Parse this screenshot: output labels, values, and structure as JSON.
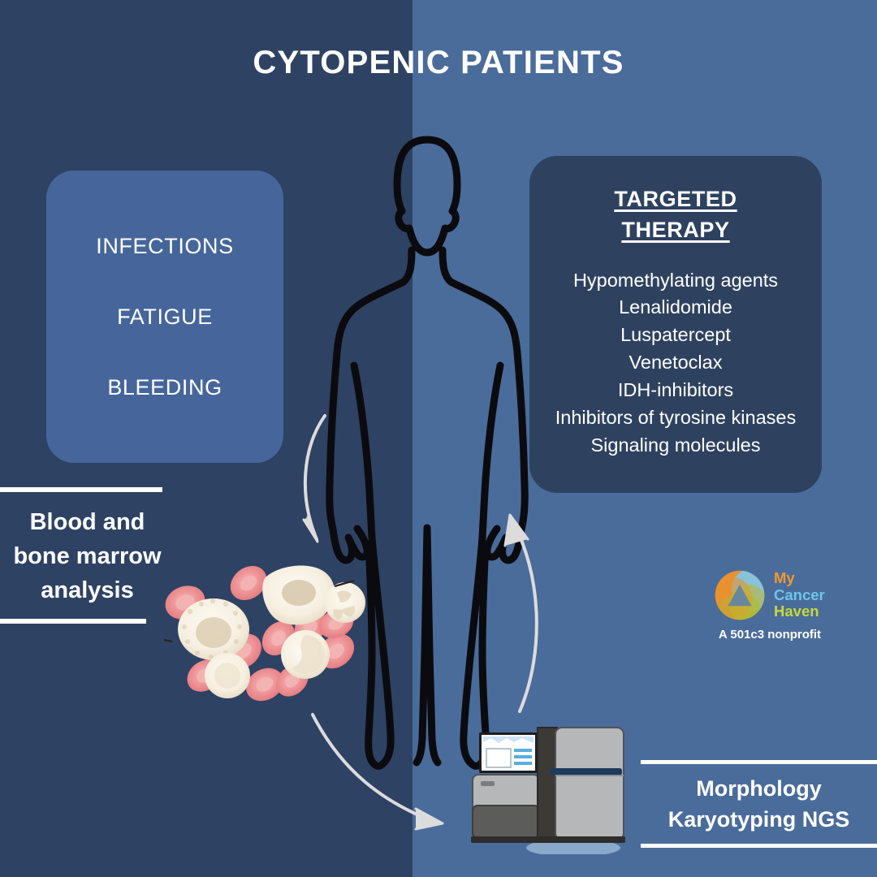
{
  "title": "CYTOPENIC PATIENTS",
  "background": {
    "left_color": "#2e4263",
    "right_color": "#4a6c9b"
  },
  "symptoms_panel": {
    "background_color": "#46669b",
    "items": [
      {
        "label": "INFECTIONS"
      },
      {
        "label": "FATIGUE"
      },
      {
        "label": "BLEEDING"
      }
    ]
  },
  "therapy_panel": {
    "background_color": "#2e4260",
    "title_line1": "TARGETED",
    "title_line2": "THERAPY",
    "items": [
      {
        "label": "Hypomethylating agents"
      },
      {
        "label": "Lenalidomide"
      },
      {
        "label": "Luspatercept"
      },
      {
        "label": "Venetoclax"
      },
      {
        "label": "IDH-inhibitors"
      },
      {
        "label": "Inhibitors of tyrosine kinases"
      },
      {
        "label": "Signaling molecules"
      }
    ]
  },
  "caption_left": {
    "line1": "Blood and",
    "line2": "bone marrow",
    "line3": "analysis"
  },
  "caption_right": {
    "line1": "Morphology",
    "line2": "Karyotyping NGS"
  },
  "logo": {
    "word1": "My",
    "word1_color": "#f0992e",
    "word2": "Cancer",
    "word2_color": "#6ec5ea",
    "word3": "Haven",
    "word3_color": "#c6d93a",
    "tagline": "A 501c3 nonprofit"
  },
  "figures": {
    "body_silhouette": "body-outline-icon",
    "blood_cells": "blood-cells-illustration",
    "lab_instrument": "sequencer-illustration",
    "arrow_down_left": "curved-arrow-to-blood-cells",
    "arrow_down_right": "curved-arrow-to-sequencer",
    "arrow_up": "curved-arrow-to-therapy"
  }
}
